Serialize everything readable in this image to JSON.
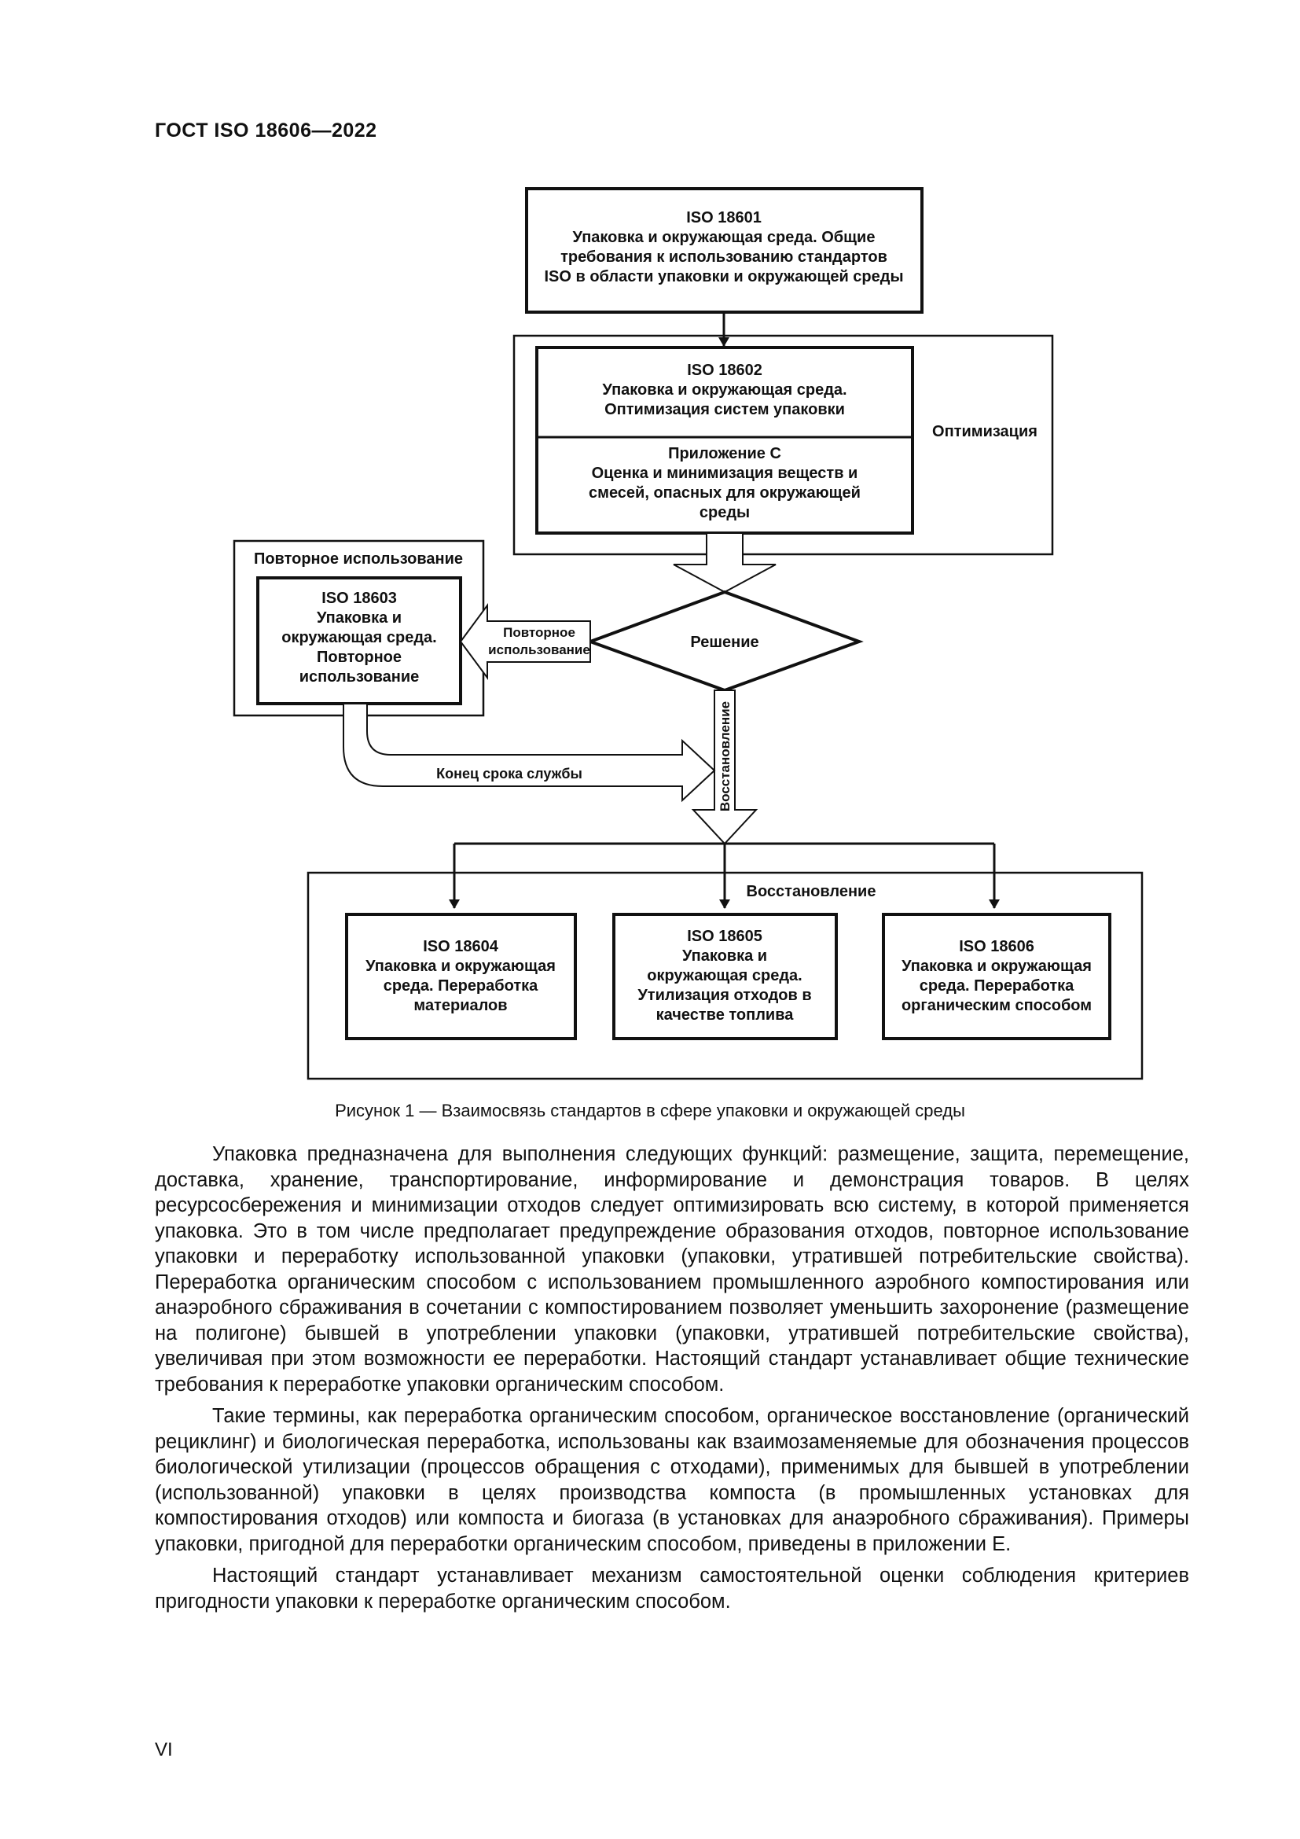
{
  "header": {
    "title": "ГОСТ  ISO 18606—2022"
  },
  "figure": {
    "iso18601": {
      "code": "ISO 18601",
      "lines": [
        "Упаковка и окружающая среда. Общие",
        "требования к использованию стандартов",
        "ISO в области упаковки и окружающей среды"
      ]
    },
    "iso18602": {
      "code": "ISO 18602",
      "lines": [
        "Упаковка и окружающая среда.",
        "Оптимизация систем упаковки"
      ]
    },
    "annex_c": {
      "title": "Приложение С",
      "lines": [
        "Оценка и минимизация веществ и",
        "смесей, опасных для окружающей",
        "среды"
      ]
    },
    "optimization_label": "Оптимизация",
    "reuse_group_label": "Повторное использование",
    "iso18603": {
      "code": "ISO 18603",
      "lines": [
        "Упаковка и",
        "окружающая среда.",
        "Повторное",
        "использование"
      ]
    },
    "reuse_arrow_lines": [
      "Повторное",
      "использование"
    ],
    "decision_label": "Решение",
    "end_of_life_label": "Конец срока службы",
    "recovery_arrow_label": "Восстановление",
    "recovery_group_label": "Восстановление",
    "iso18604": {
      "code": "ISO 18604",
      "lines": [
        "Упаковка и окружающая",
        "среда. Переработка",
        "материалов"
      ]
    },
    "iso18605": {
      "code": "ISO 18605",
      "lines": [
        "Упаковка и",
        "окружающая среда.",
        "Утилизация отходов в",
        "качестве топлива"
      ]
    },
    "iso18606": {
      "code": "ISO 18606",
      "lines": [
        "Упаковка и окружающая",
        "среда. Переработка",
        "органическим способом"
      ]
    }
  },
  "caption": "Рисунок 1 — Взаимосвязь стандартов в сфере упаковки и окружающей среды",
  "paragraphs": [
    "Упаковка предназначена для выполнения следующих функций: размещение, защита, перемещение, доставка, хранение, транспортирование, информирование и демонстрация товаров. В целях ресурсосбережения и минимизации отходов следует оптимизировать всю систему, в которой применяется упаковка. Это в том числе предполагает предупреждение образования отходов, повторное использование упаковки и переработку использованной упаковки (упаковки, утратившей потребительские свойства). Переработка органическим способом с использованием промышленного аэробного компостирования или анаэробного сбраживания в сочетании с компостированием позволяет уменьшить захоронение (размещение на полигоне) бывшей в употреблении упаковки (упаковки, утратившей потребительские свойства), увеличивая при этом возможности ее переработки. Настоящий стандарт устанавливает общие технические требования к переработке упаковки органическим способом.",
    "Такие термины, как переработка органическим способом, органическое восстановление (органический рециклинг) и биологическая переработка, использованы как взаимозаменяемые для обозначения процессов биологической утилизации (процессов обращения с отходами), применимых для бывшей в употреблении (использованной) упаковки в целях производства компоста (в промышленных установках для компостирования отходов) или компоста и биогаза (в установках для анаэробного сбраживания). Примеры упаковки, пригодной для переработки органическим способом, приведены в приложении Е.",
    "Настоящий стандарт устанавливает механизм самостоятельной оценки соблюдения критериев пригодности упаковки к переработке органическим способом."
  ],
  "page_number": "VI"
}
